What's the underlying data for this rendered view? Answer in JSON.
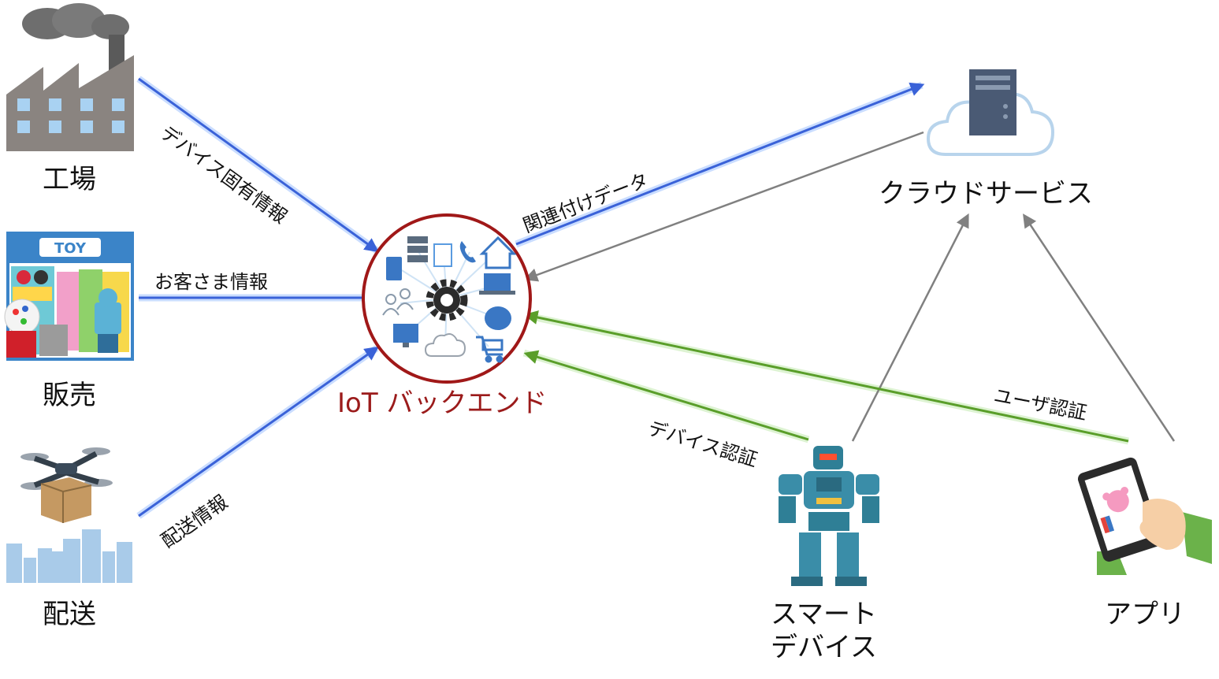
{
  "nodes": {
    "factory": "工場",
    "store": "販売",
    "delivery": "配送",
    "backend": "IoT バックエンド",
    "cloud": "クラウドサービス",
    "smart_device_line1": "スマート",
    "smart_device_line2": "デバイス",
    "app": "アプリ",
    "store_sign": "TOY"
  },
  "edges": {
    "factory_to_backend": "デバイス固有情報",
    "store_to_backend": "お客さま情報",
    "delivery_to_backend": "配送情報",
    "backend_to_cloud": "関連付けデータ",
    "device_auth": "デバイス認証",
    "user_auth": "ユーザ認証"
  },
  "colors": {
    "blue_arrow": "#3a62d8",
    "green_arrow": "#5a9e2a",
    "gray_arrow": "#808080",
    "backend_ring": "#a01818",
    "backend_label": "#9b1b1b"
  }
}
